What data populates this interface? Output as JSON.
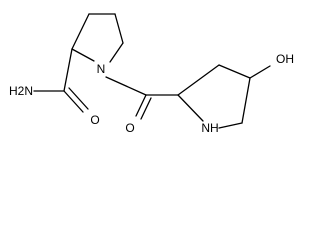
{
  "molecule": {
    "atoms": {
      "amide_n": "H2N",
      "amide_o": "O",
      "ring_n": "N",
      "ketone_o": "O",
      "pyrrolidine_nh": "NH",
      "hydroxyl": "OH"
    }
  },
  "colors": {
    "bond": "#000000",
    "label": "#000000",
    "background": "#ffffff"
  }
}
